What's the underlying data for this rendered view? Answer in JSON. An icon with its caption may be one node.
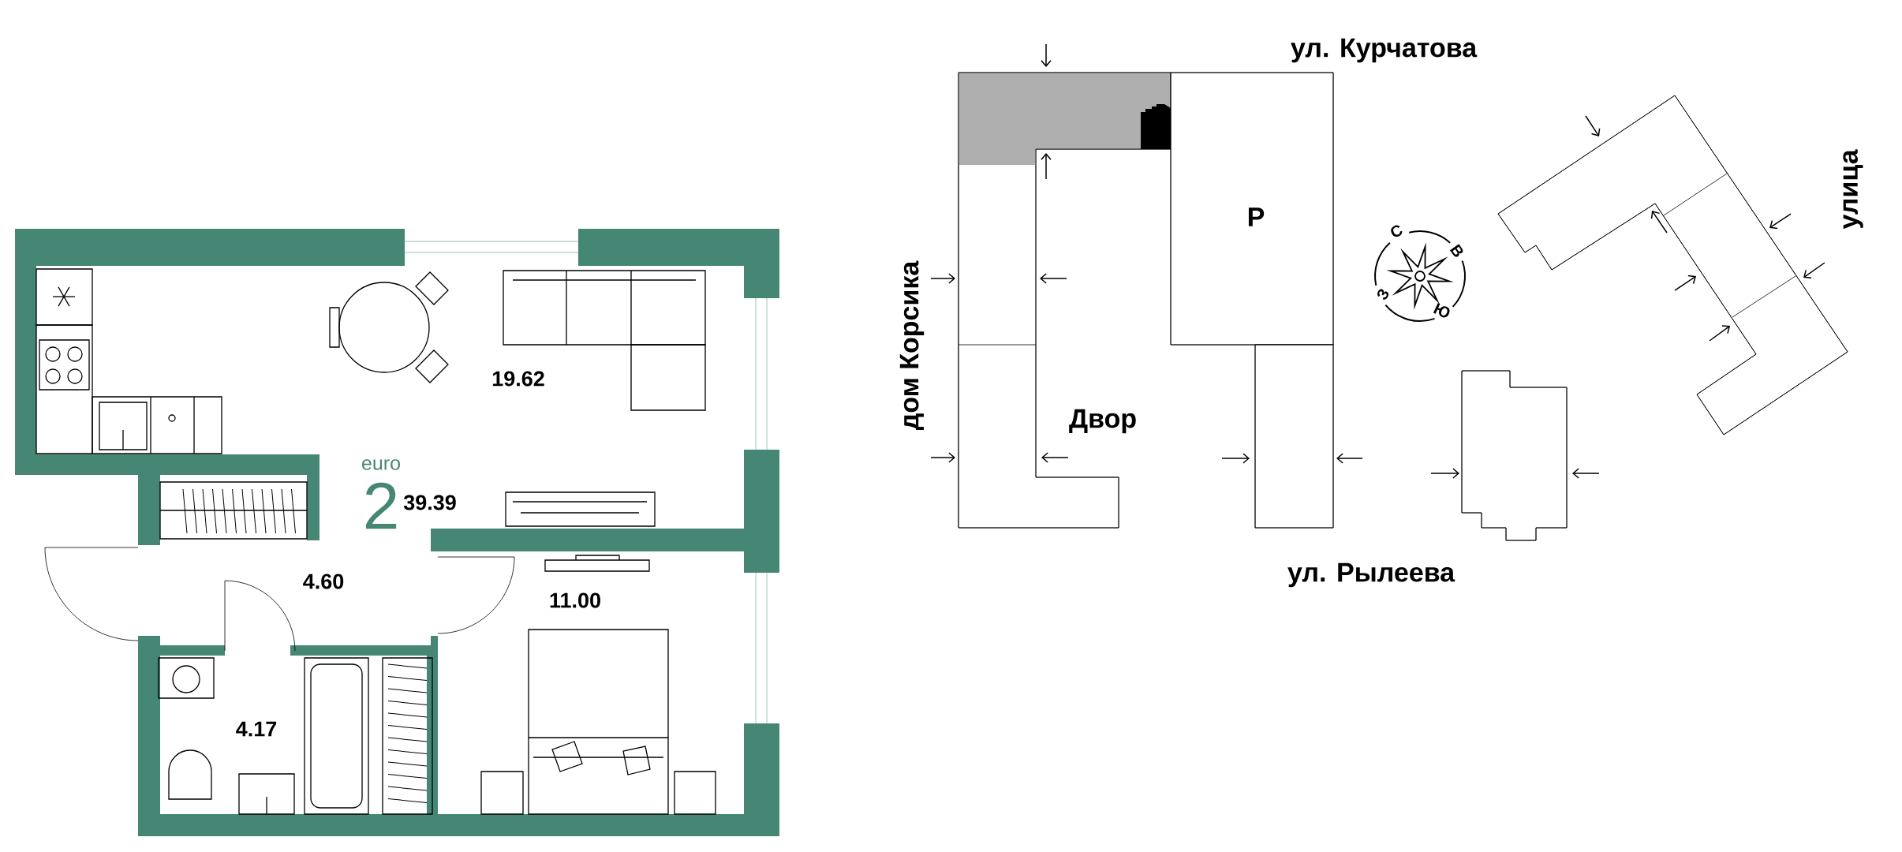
{
  "diagram": {
    "nodes": [
      {
        "text": [],
        "shape": "box"
      },
      {
        "text": [
          "Р"
        ]
      },
      {
        "text": [],
        "shape": "box"
      },
      {
        "text": [],
        "shape": "box"
      },
      {
        "text": [],
        "shape": "box"
      }
    ],
    "labels": [
      "19.62",
      "euro",
      "2",
      "39.39",
      "4.60",
      "11.00",
      "4.17",
      "ул. Курчатова",
      "дом Корсика",
      "улица",
      "С",
      "В",
      "З",
      "Ю",
      "Двор",
      "ул. Рылеева"
    ]
  }
}
